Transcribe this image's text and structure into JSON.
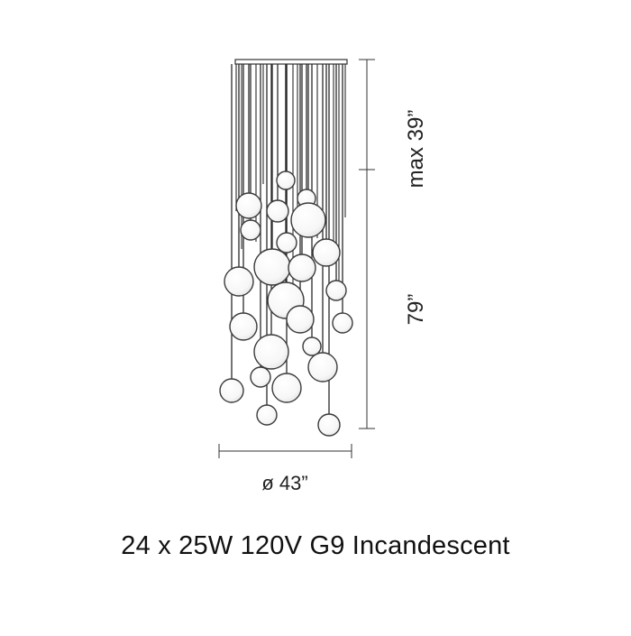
{
  "dimensions": {
    "max_drop": "max 39”",
    "height": "79”",
    "diameter": "ø 43”"
  },
  "spec": "24 x 25W 120V G9 Incandescent",
  "fixture": {
    "globe_count": 24,
    "line_color": "#2a2a2a",
    "globe_stroke": "#3a3a3a",
    "globe_fill": "#ffffff"
  }
}
